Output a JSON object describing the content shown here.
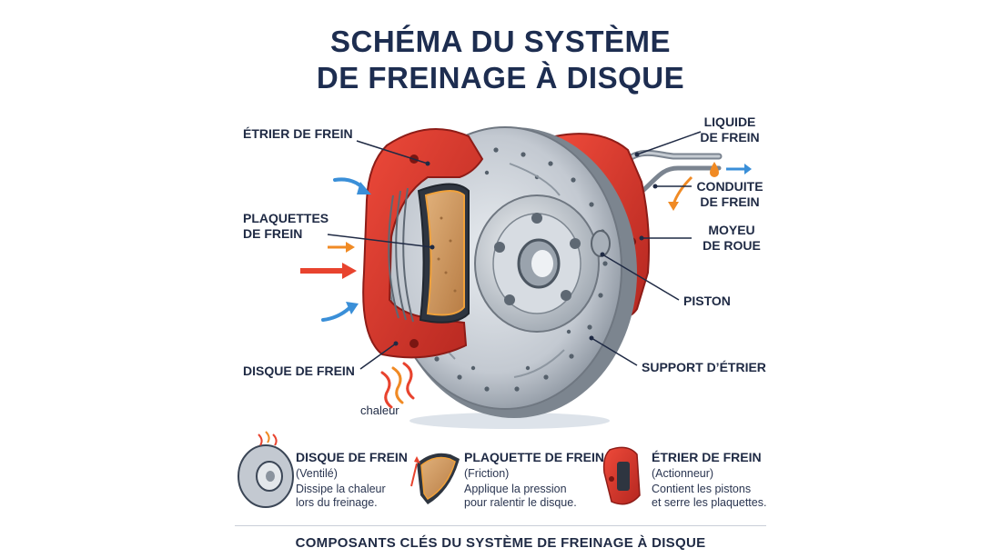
{
  "title": {
    "line1": "SCHÉMA DU SYSTÈME",
    "line2": "DE FREINAGE À DISQUE"
  },
  "labels": {
    "caliper": "ÉTRIER DE FREIN",
    "pads_line1": "PLAQUETTES",
    "pads_line2": "DE FREIN",
    "disc": "DISQUE DE FREIN",
    "heat": "chaleur",
    "fluid_line1": "LIQUIDE",
    "fluid_line2": "DE FREIN",
    "line_line1": "CONDUITE",
    "line_line2": "DE FREIN",
    "hub_line1": "MOYEU",
    "hub_line2": "DE ROUE",
    "piston": "PISTON",
    "bracket": "SUPPORT D’ÉTRIER"
  },
  "cards": [
    {
      "title": "DISQUE DE FREIN",
      "sub": "(Ventilé)",
      "desc1": "Dissipe la chaleur",
      "desc2": "lors du freinage.",
      "icon": "disc-icon"
    },
    {
      "title": "PLAQUETTE DE FREIN",
      "sub": "(Friction)",
      "desc1": "Applique la pression",
      "desc2": "pour ralentir le disque.",
      "icon": "pad-icon"
    },
    {
      "title": "ÉTRIER DE FREIN",
      "sub": "(Actionneur)",
      "desc1": "Contient les pistons",
      "desc2": "et serre les plaquettes.",
      "icon": "caliper-icon"
    }
  ],
  "footer": "COMPOSANTS CLÉS DU SYSTÈME DE FREINAGE À DISQUE",
  "colors": {
    "caliper_red": "#d9322b",
    "caliper_dark": "#a3201b",
    "disc_gray": "#c3c9d1",
    "disc_dark": "#8a939e",
    "pad_tan": "#c9935a",
    "arrow_blue": "#3a8fd8",
    "arrow_orange": "#f08a24",
    "arrow_red": "#e8432e",
    "text_navy": "#1d2d50"
  }
}
